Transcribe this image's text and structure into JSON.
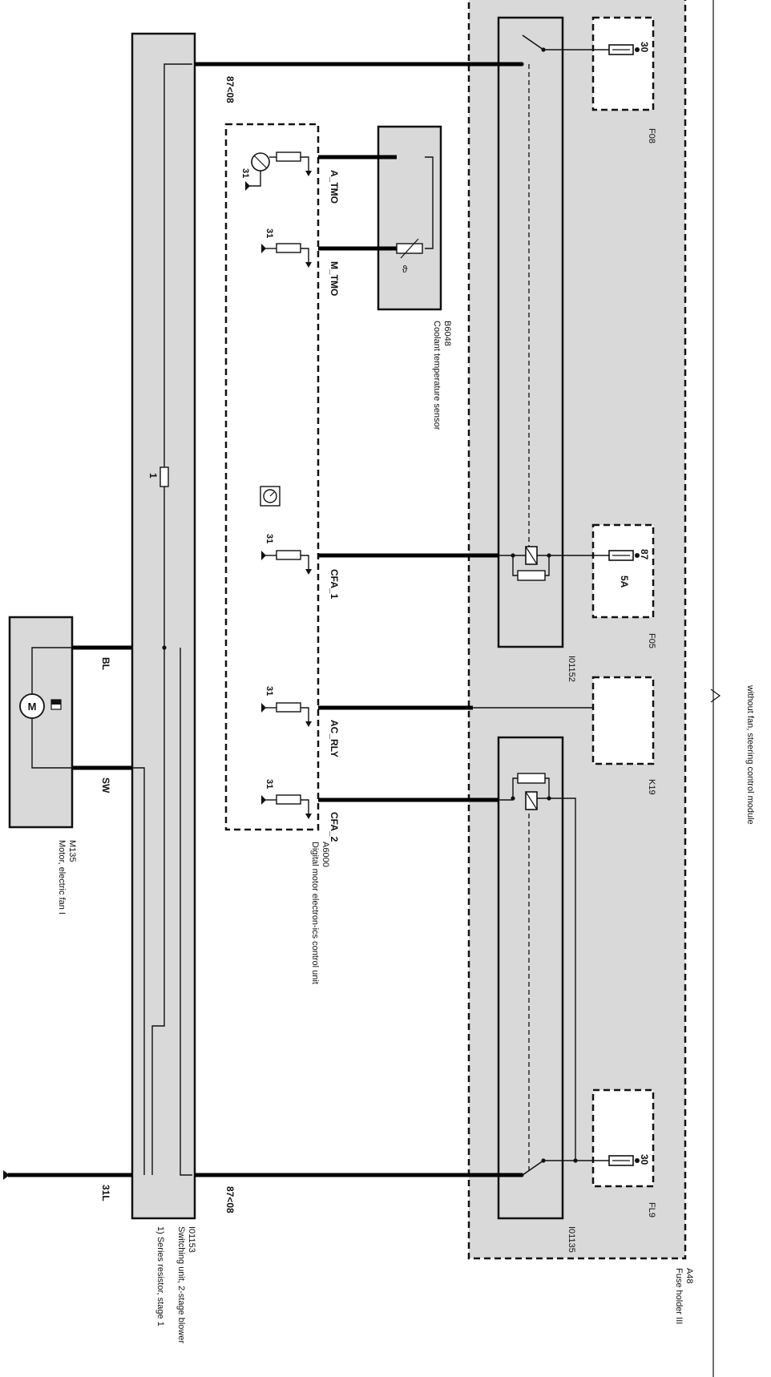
{
  "diagram": {
    "components": {
      "a48": {
        "id": "A48",
        "name": "Fuse holder III"
      },
      "i01153": {
        "id": "I01153",
        "name": "Switching unit, 2-stage blower",
        "note": "1) Series resistor, stage 1"
      },
      "a6000": {
        "id": "A6000",
        "name": "Digital motor electron-ics control unit"
      },
      "b6048": {
        "id": "B6048",
        "name": "Coolant temperature sensor"
      },
      "m135": {
        "id": "M135",
        "name": "Motor, electric fan I"
      },
      "i01152": {
        "id": "I01152"
      },
      "i01135": {
        "id": "I01135"
      },
      "f08": {
        "id": "F08",
        "terminal": "30"
      },
      "f05": {
        "id": "F05",
        "terminal": "87",
        "rating": "5A"
      },
      "k19": {
        "id": "K19"
      },
      "fl9": {
        "id": "FL9",
        "terminal": "30"
      }
    },
    "note_without_fan": "without fan, steering control module",
    "pins": {
      "top_87": "87<08",
      "bottom_87": "87<08",
      "a_tmo": "A_TMO",
      "m_tmo": "M_TMO",
      "cfa_1": "CFA_1",
      "ac_rly": "AC_RLY",
      "cfa_2": "CFA_2",
      "bl": "BL",
      "sw": "SW",
      "ground_31l": "31L",
      "ground_31": "31",
      "resistor_mark": "1"
    }
  }
}
